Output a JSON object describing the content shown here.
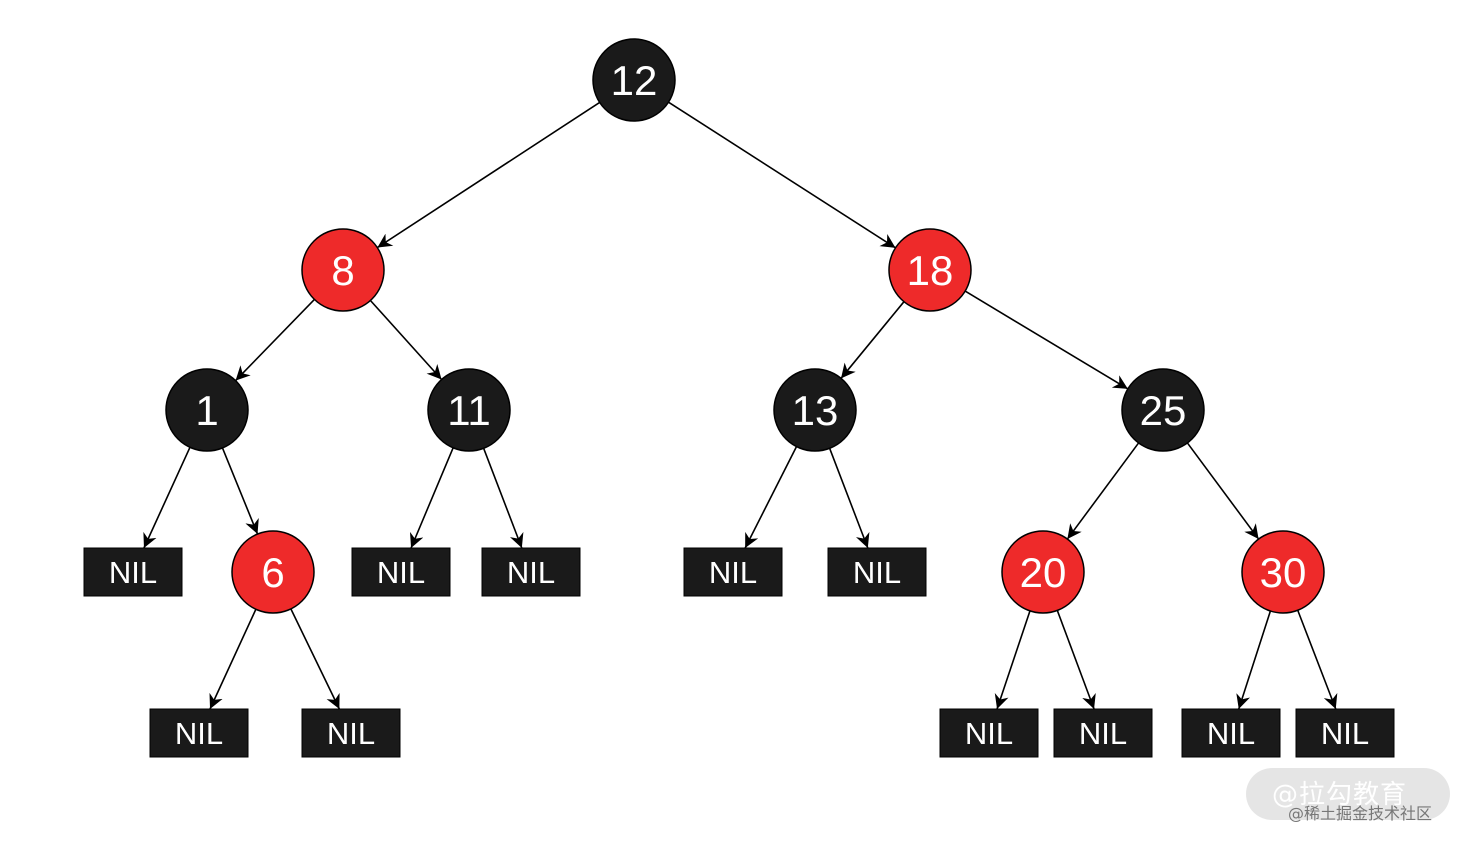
{
  "colors": {
    "red": "#ee2a2a",
    "black": "#1a1a1a",
    "edge": "#000000",
    "text": "#ffffff"
  },
  "tree": {
    "nodes": [
      {
        "id": "n12",
        "label": "12",
        "color": "black",
        "kind": "node"
      },
      {
        "id": "n8",
        "label": "8",
        "color": "red",
        "kind": "node"
      },
      {
        "id": "n18",
        "label": "18",
        "color": "red",
        "kind": "node"
      },
      {
        "id": "n1",
        "label": "1",
        "color": "black",
        "kind": "node"
      },
      {
        "id": "n11",
        "label": "11",
        "color": "black",
        "kind": "node"
      },
      {
        "id": "n13",
        "label": "13",
        "color": "black",
        "kind": "node"
      },
      {
        "id": "n25",
        "label": "25",
        "color": "black",
        "kind": "node"
      },
      {
        "id": "n6",
        "label": "6",
        "color": "red",
        "kind": "node"
      },
      {
        "id": "n20",
        "label": "20",
        "color": "red",
        "kind": "node"
      },
      {
        "id": "n30",
        "label": "30",
        "color": "red",
        "kind": "node"
      },
      {
        "id": "nil1a",
        "label": "NIL",
        "color": "black",
        "kind": "nil"
      },
      {
        "id": "nil6a",
        "label": "NIL",
        "color": "black",
        "kind": "nil"
      },
      {
        "id": "nil6b",
        "label": "NIL",
        "color": "black",
        "kind": "nil"
      },
      {
        "id": "nil11a",
        "label": "NIL",
        "color": "black",
        "kind": "nil"
      },
      {
        "id": "nil11b",
        "label": "NIL",
        "color": "black",
        "kind": "nil"
      },
      {
        "id": "nil13a",
        "label": "NIL",
        "color": "black",
        "kind": "nil"
      },
      {
        "id": "nil13b",
        "label": "NIL",
        "color": "black",
        "kind": "nil"
      },
      {
        "id": "nil20a",
        "label": "NIL",
        "color": "black",
        "kind": "nil"
      },
      {
        "id": "nil20b",
        "label": "NIL",
        "color": "black",
        "kind": "nil"
      },
      {
        "id": "nil30a",
        "label": "NIL",
        "color": "black",
        "kind": "nil"
      },
      {
        "id": "nil30b",
        "label": "NIL",
        "color": "black",
        "kind": "nil"
      }
    ],
    "edges": [
      [
        "n12",
        "n8"
      ],
      [
        "n12",
        "n18"
      ],
      [
        "n8",
        "n1"
      ],
      [
        "n8",
        "n11"
      ],
      [
        "n18",
        "n13"
      ],
      [
        "n18",
        "n25"
      ],
      [
        "n1",
        "nil1a"
      ],
      [
        "n1",
        "n6"
      ],
      [
        "n6",
        "nil6a"
      ],
      [
        "n6",
        "nil6b"
      ],
      [
        "n11",
        "nil11a"
      ],
      [
        "n11",
        "nil11b"
      ],
      [
        "n13",
        "nil13a"
      ],
      [
        "n13",
        "nil13b"
      ],
      [
        "n25",
        "n20"
      ],
      [
        "n25",
        "n30"
      ],
      [
        "n20",
        "nil20a"
      ],
      [
        "n20",
        "nil20b"
      ],
      [
        "n30",
        "nil30a"
      ],
      [
        "n30",
        "nil30b"
      ]
    ]
  },
  "watermark": {
    "line1": "@拉勾教育",
    "line2": "@稀土掘金技术社区"
  }
}
